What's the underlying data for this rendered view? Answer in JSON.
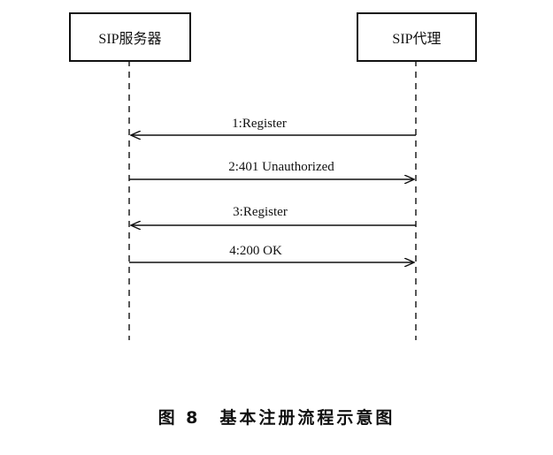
{
  "participants": {
    "server": "SIP服务器",
    "proxy": "SIP代理"
  },
  "messages": [
    {
      "label": "1:Register"
    },
    {
      "label": "2:401 Unauthorized"
    },
    {
      "label": "3:Register"
    },
    {
      "label": "4:200 OK"
    }
  ],
  "caption": {
    "figure": "图 8",
    "title": "基本注册流程示意图"
  }
}
